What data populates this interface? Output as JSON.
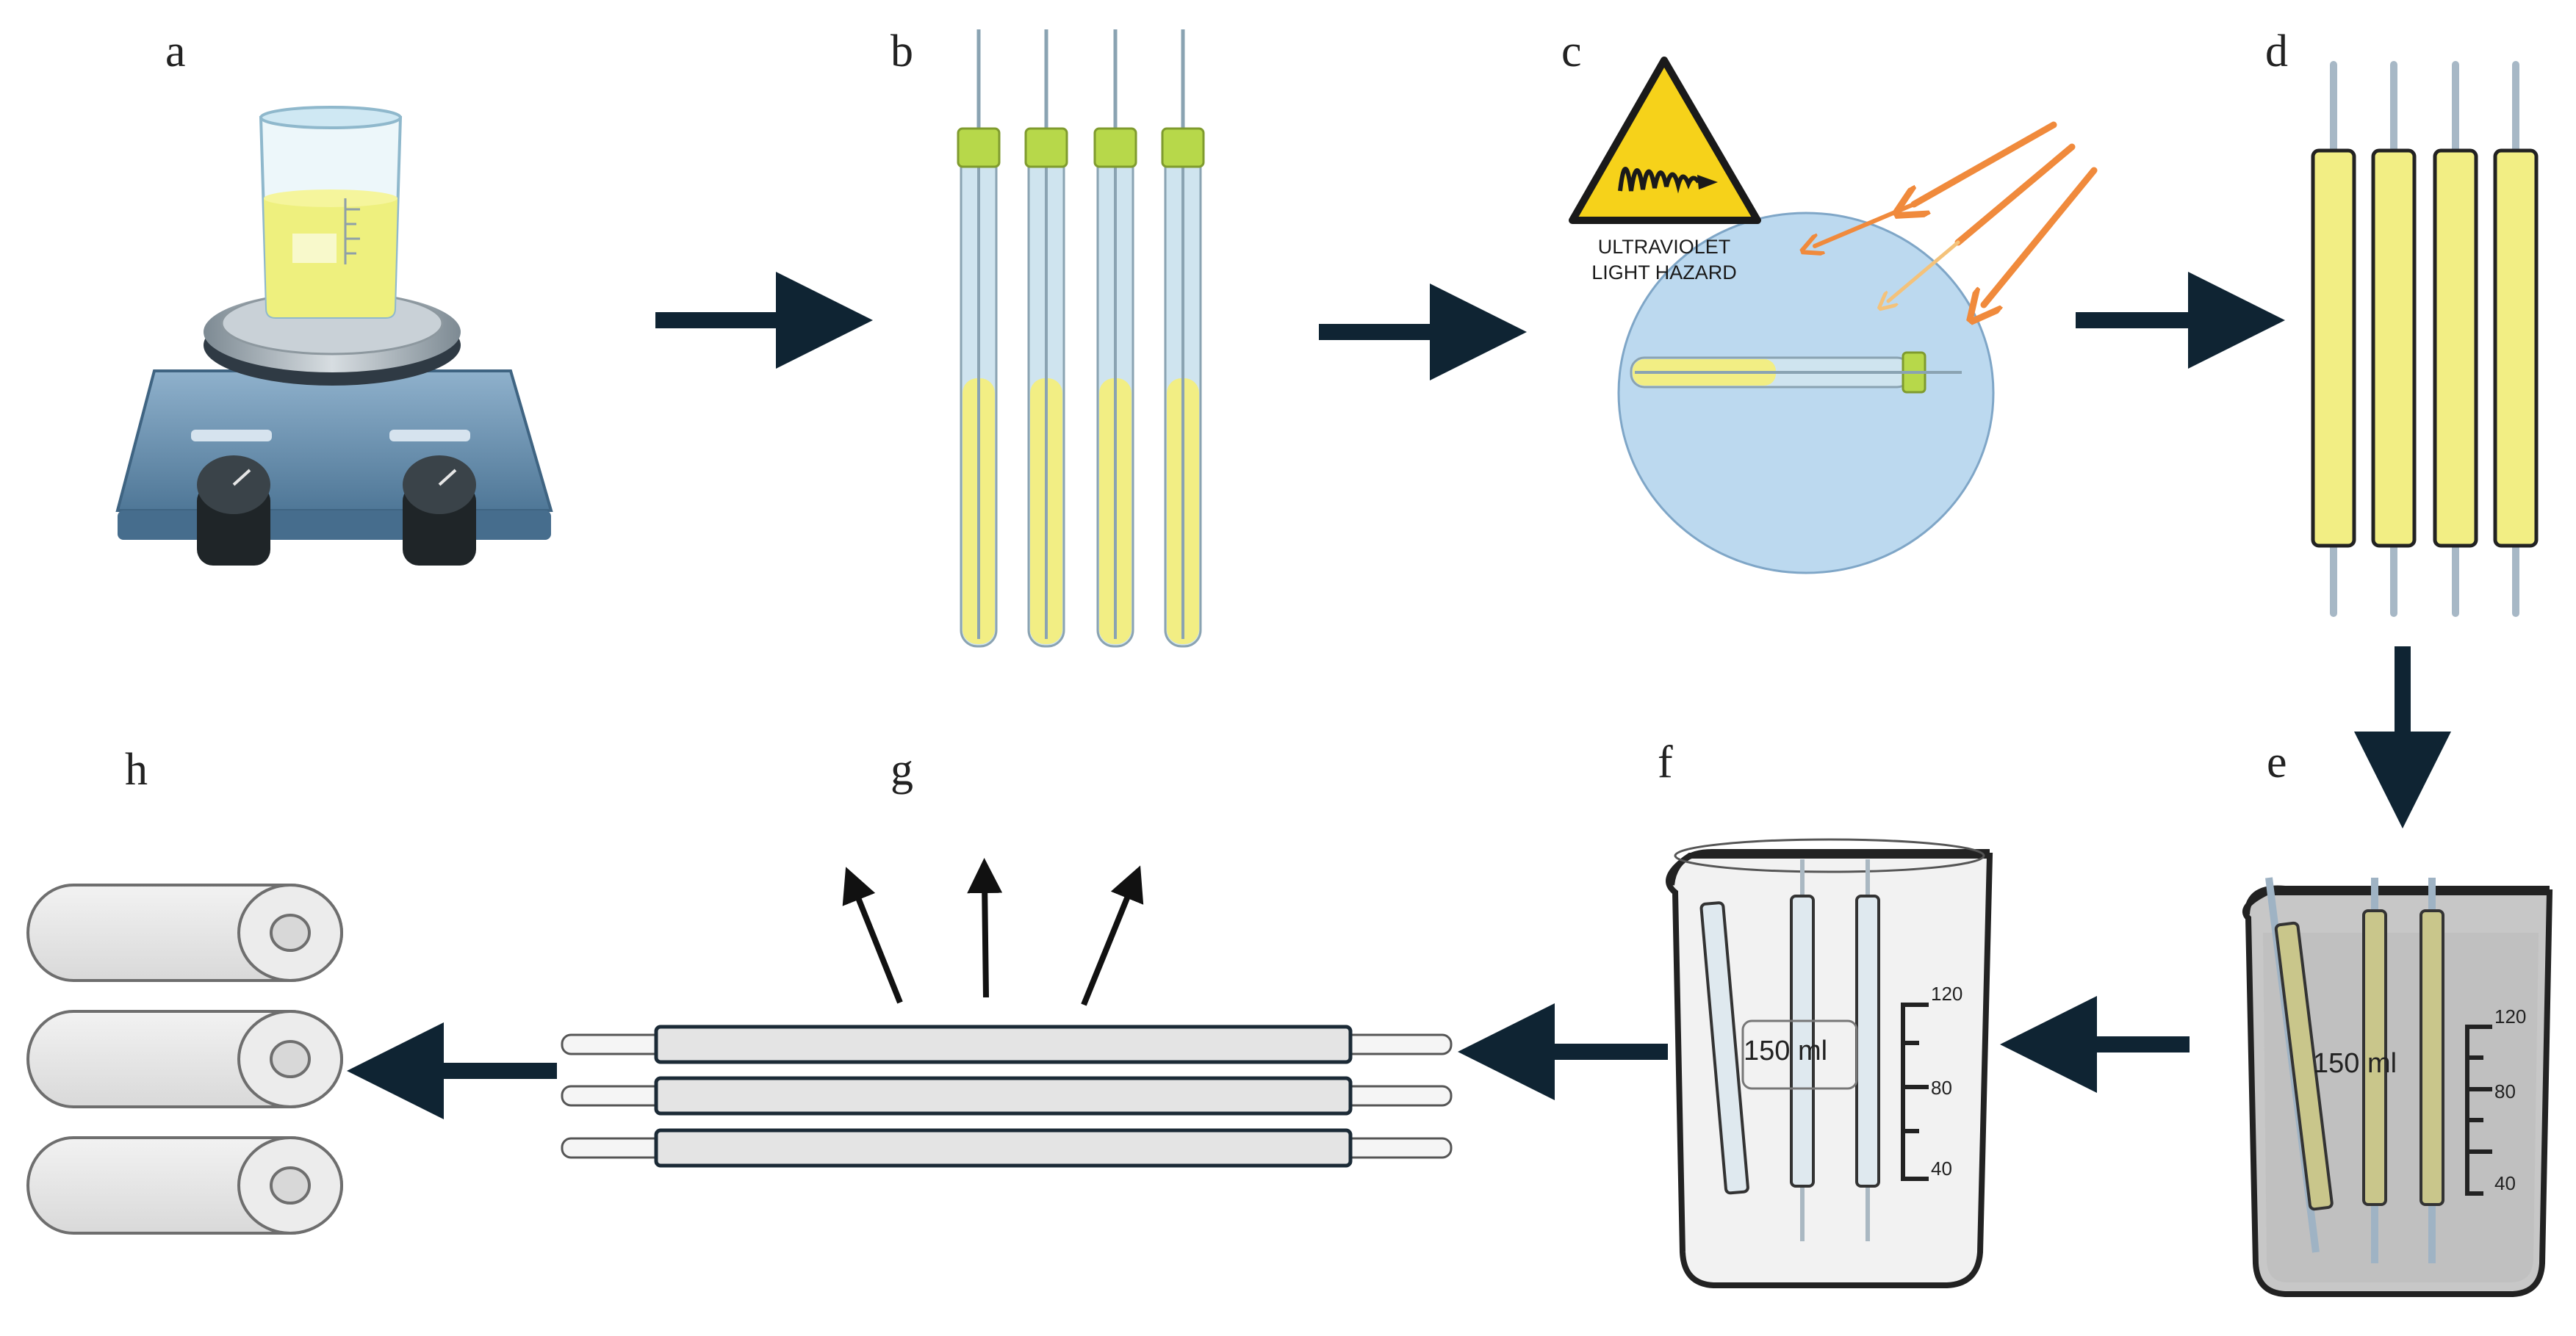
{
  "panels": {
    "a": {
      "label": "a"
    },
    "b": {
      "label": "b"
    },
    "c": {
      "label": "c",
      "sign_line1": "ULTRAVIOLET",
      "sign_line2": "LIGHT HAZARD"
    },
    "d": {
      "label": "d"
    },
    "e": {
      "label": "e",
      "beaker_text": "150 ml",
      "scale": [
        "120",
        "80",
        "40"
      ]
    },
    "f": {
      "label": "f",
      "beaker_text": "150 ml",
      "scale": [
        "120",
        "80",
        "40"
      ]
    },
    "g": {
      "label": "g"
    },
    "h": {
      "label": "h"
    }
  },
  "colors": {
    "flow_arrow": "#0f2433",
    "solution_yellow": "#f2ee84",
    "tube_blue": "#cfe4ef",
    "cap_green": "#b7d84a",
    "uv_circle": "#bcd9ef",
    "uv_rays": "#f08a3c",
    "hazard_yellow": "#f6d21a",
    "hotplate_blue": "#6f97b8",
    "knob": "#2c3338",
    "gel_olive": "#c9c68b",
    "fiber_gray": "#e4e4e4"
  },
  "icons": [
    "hot-plate-stirrer-icon",
    "beaker-icon",
    "test-tube-icon",
    "uv-hazard-sign-icon",
    "fiber-roll-icon"
  ]
}
